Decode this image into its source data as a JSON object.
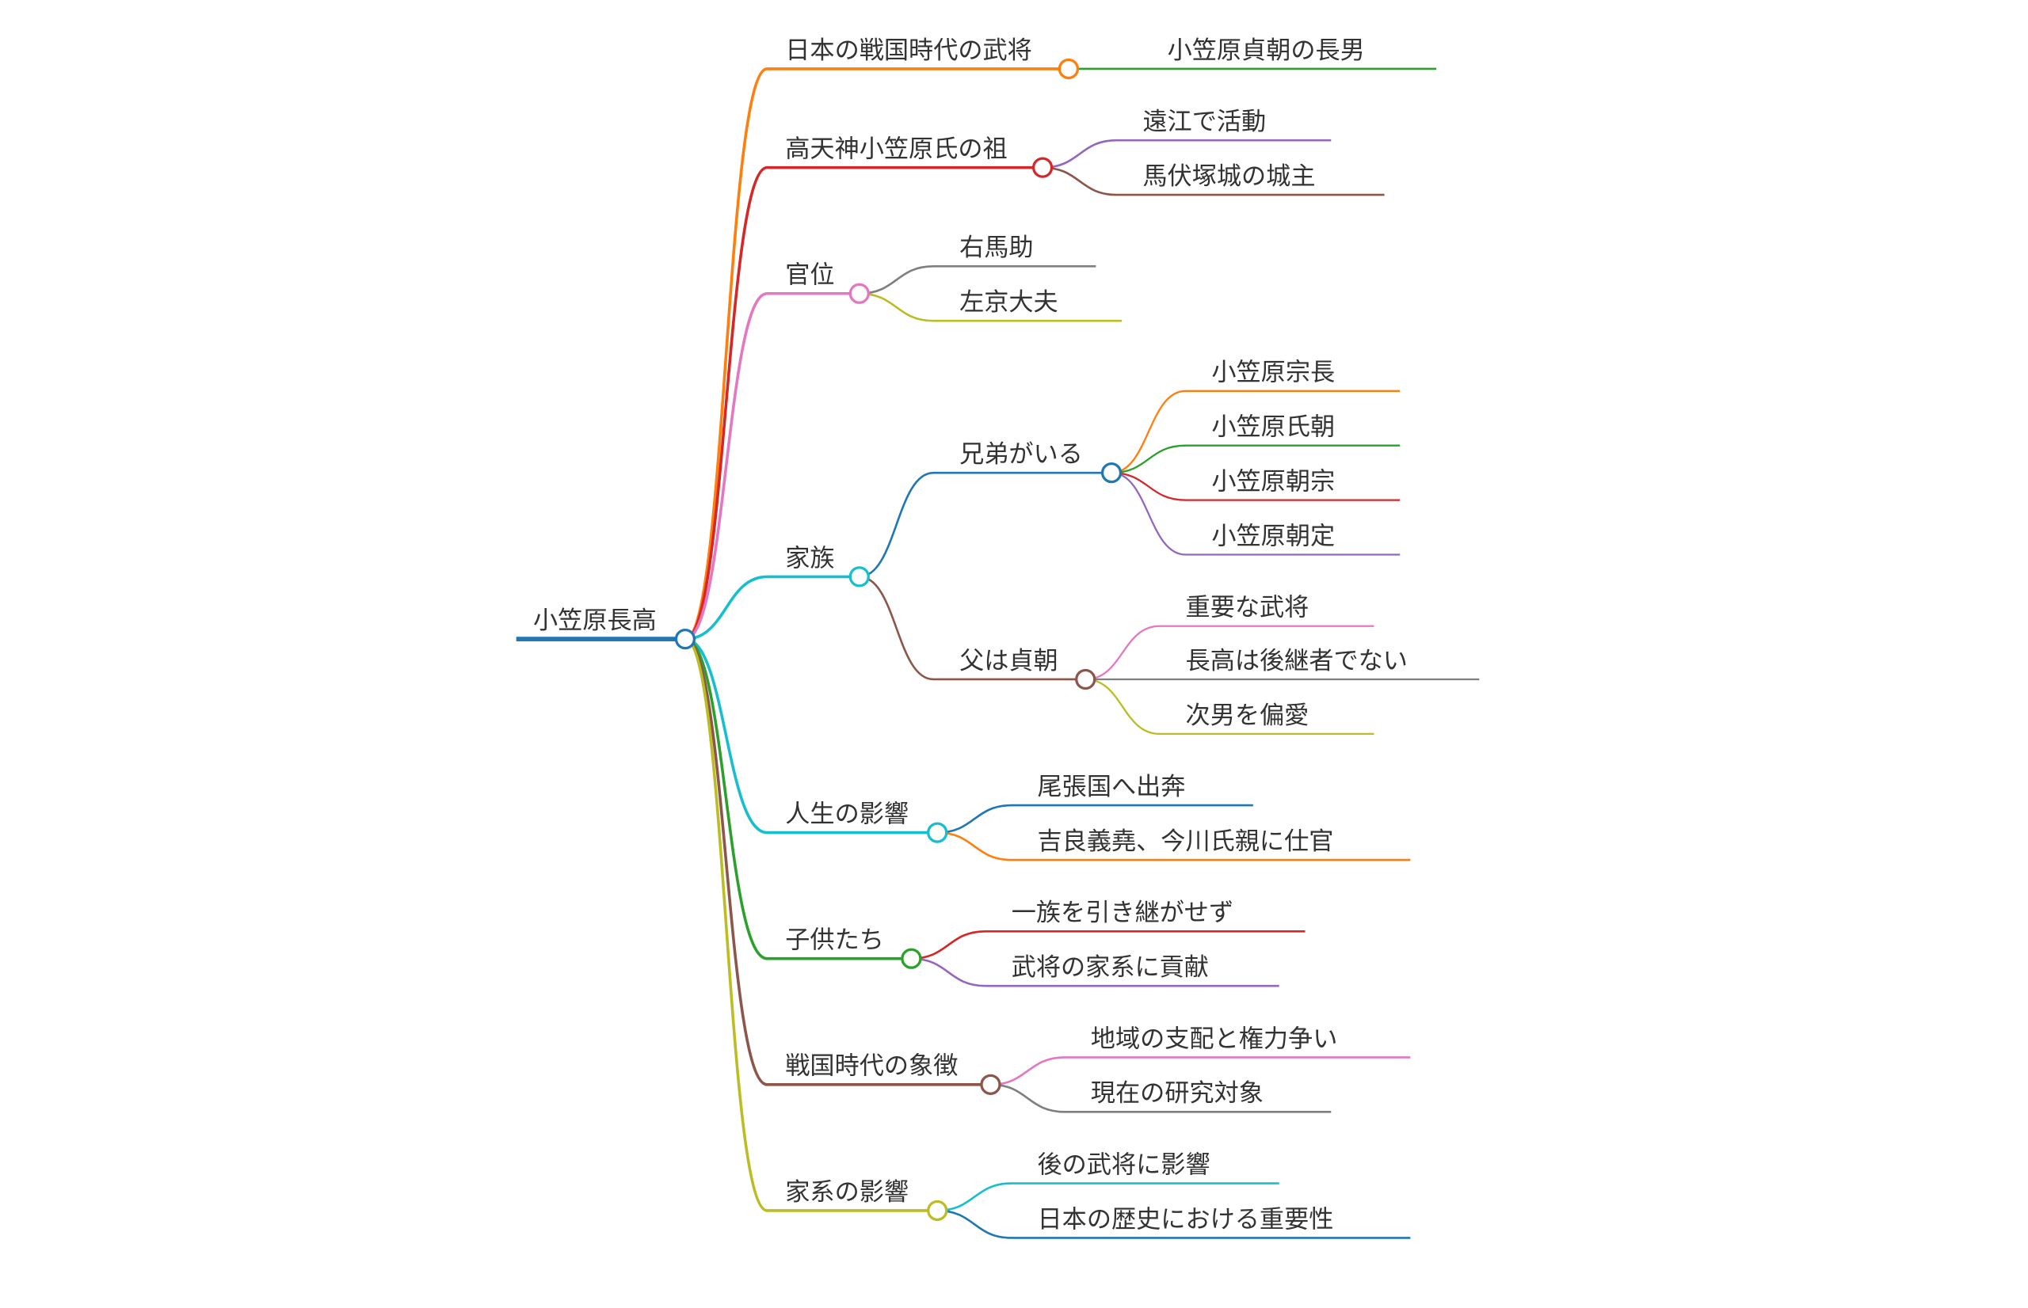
{
  "root": {
    "label": "小笠原長高",
    "color": "#1f77b4"
  },
  "branches": [
    {
      "label": "日本の戦国時代の武将",
      "color": "#ff7f0e",
      "children": [
        {
          "label": "小笠原貞朝の長男",
          "color": "#2ca02c"
        }
      ]
    },
    {
      "label": "高天神小笠原氏の祖",
      "color": "#d62728",
      "children": [
        {
          "label": "遠江で活動",
          "color": "#9467bd"
        },
        {
          "label": "馬伏塚城の城主",
          "color": "#8c564b"
        }
      ]
    },
    {
      "label": "官位",
      "color": "#e377c2",
      "children": [
        {
          "label": "右馬助",
          "color": "#7f7f7f"
        },
        {
          "label": "左京大夫",
          "color": "#bcbd22"
        }
      ]
    },
    {
      "label": "家族",
      "color": "#17becf",
      "children": [
        {
          "label": "兄弟がいる",
          "color": "#1f77b4",
          "children": [
            {
              "label": "小笠原宗長",
              "color": "#ff7f0e"
            },
            {
              "label": "小笠原氏朝",
              "color": "#2ca02c"
            },
            {
              "label": "小笠原朝宗",
              "color": "#d62728"
            },
            {
              "label": "小笠原朝定",
              "color": "#9467bd"
            }
          ]
        },
        {
          "label": "父は貞朝",
          "color": "#8c564b",
          "children": [
            {
              "label": "重要な武将",
              "color": "#e377c2"
            },
            {
              "label": "長高は後継者でない",
              "color": "#7f7f7f"
            },
            {
              "label": "次男を偏愛",
              "color": "#bcbd22"
            }
          ]
        }
      ]
    },
    {
      "label": "人生の影響",
      "color": "#17becf",
      "children": [
        {
          "label": "尾張国へ出奔",
          "color": "#1f77b4"
        },
        {
          "label": "吉良義堯、今川氏親に仕官",
          "color": "#ff7f0e"
        }
      ]
    },
    {
      "label": "子供たち",
      "color": "#2ca02c",
      "children": [
        {
          "label": "一族を引き継がせず",
          "color": "#d62728"
        },
        {
          "label": "武将の家系に貢献",
          "color": "#9467bd"
        }
      ]
    },
    {
      "label": "戦国時代の象徴",
      "color": "#8c564b",
      "children": [
        {
          "label": "地域の支配と権力争い",
          "color": "#e377c2"
        },
        {
          "label": "現在の研究対象",
          "color": "#7f7f7f"
        }
      ]
    },
    {
      "label": "家系の影響",
      "color": "#bcbd22",
      "children": [
        {
          "label": "後の武将に影響",
          "color": "#17becf"
        },
        {
          "label": "日本の歴史における重要性",
          "color": "#1f77b4"
        }
      ]
    }
  ]
}
